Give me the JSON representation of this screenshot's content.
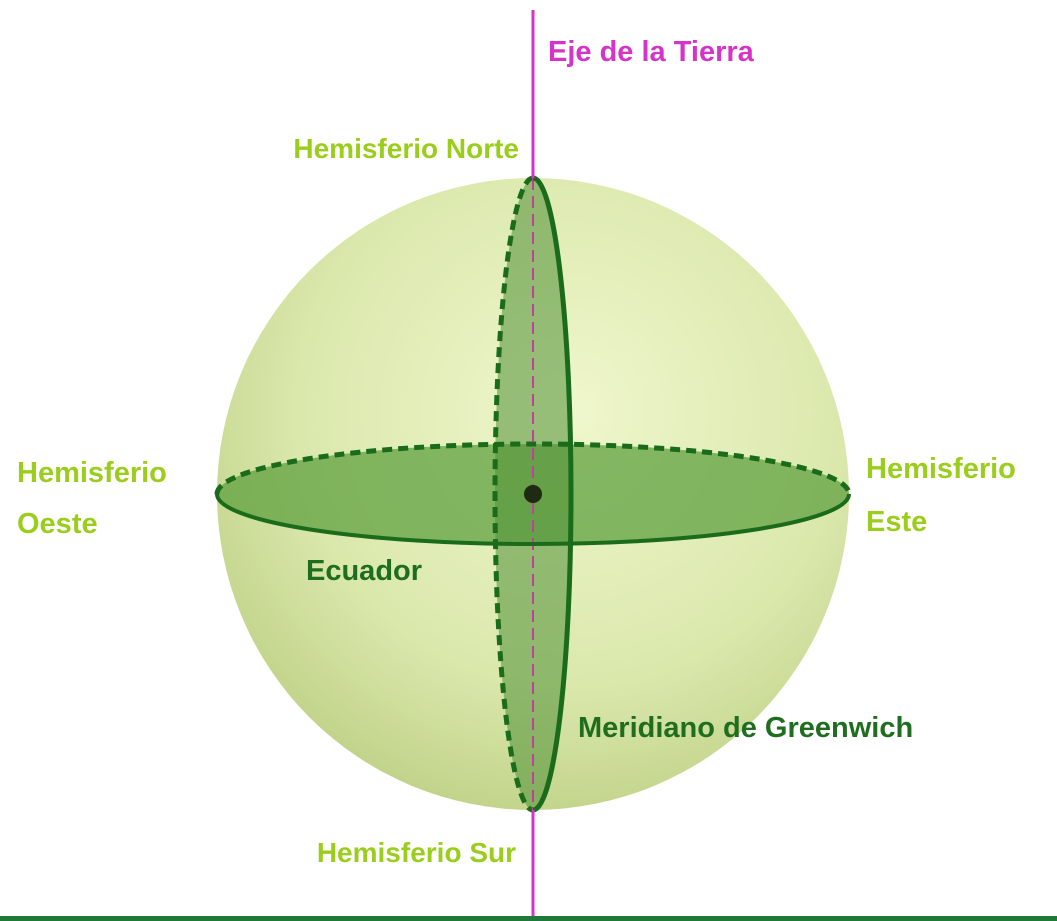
{
  "labels": {
    "axis": "Eje de la Tierra",
    "north": "Hemisferio Norte",
    "west_line1": "Hemisferio",
    "west_line2": "Oeste",
    "east_line1": "Hemisferio",
    "east_line2": "Este",
    "equator": "Ecuador",
    "meridian": "Meridiano de Greenwich",
    "south": "Hemisferio Sur"
  },
  "colors": {
    "axis": "#d633c8",
    "hemisphere_label": "#9acd1c",
    "line_label": "#1f6e1f",
    "sphere_light": "#eef6c8",
    "sphere_dark": "#b9cf7a",
    "plane_fill": "#5c9e3c",
    "line": "#1a6b1a",
    "bottom_bar": "#1f7a3a"
  }
}
